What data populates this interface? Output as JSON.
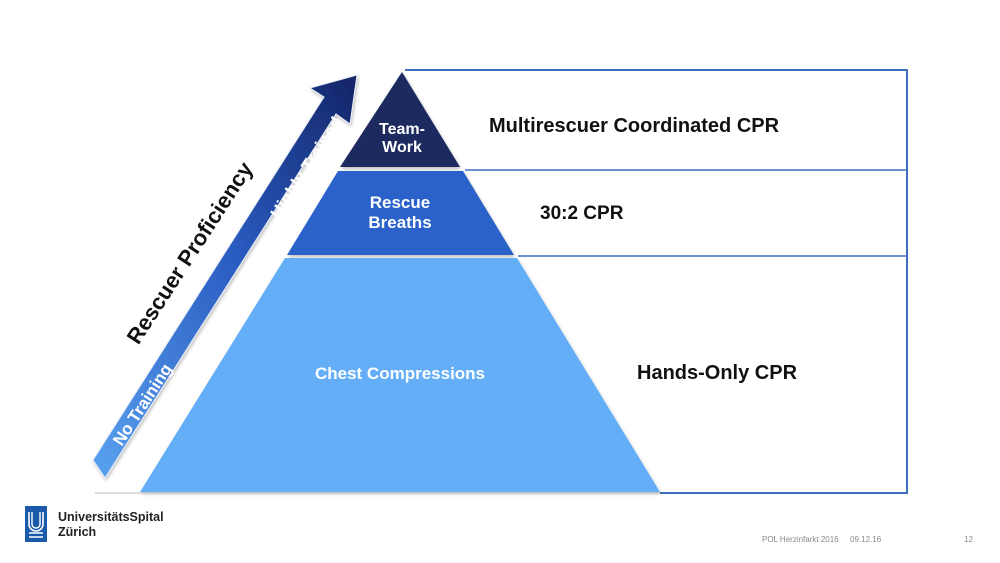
{
  "pyramid": {
    "tiers": [
      {
        "label_line1": "Team-",
        "label_line2": "Work",
        "color": "#1b2a5e",
        "cpr": "Multirescuer Coordinated CPR"
      },
      {
        "label_line1": "Rescue",
        "label_line2": "Breaths",
        "color": "#2a62c9",
        "cpr": "30:2 CPR"
      },
      {
        "label_line1": "Chest Compressions",
        "label_line2": "",
        "color": "#63aef7",
        "cpr": "Hands-Only CPR"
      }
    ]
  },
  "axis": {
    "title": "Rescuer Proficiency",
    "low_label": "No Training",
    "high_label": "Highly Trained"
  },
  "logo": {
    "name_line1": "UniversitätsSpital",
    "name_line2": "Zürich",
    "color": "#1a5aa8"
  },
  "footer": {
    "presentation": "POL Herzinfarkt 2016",
    "date": "09.12.16",
    "page": "12"
  }
}
